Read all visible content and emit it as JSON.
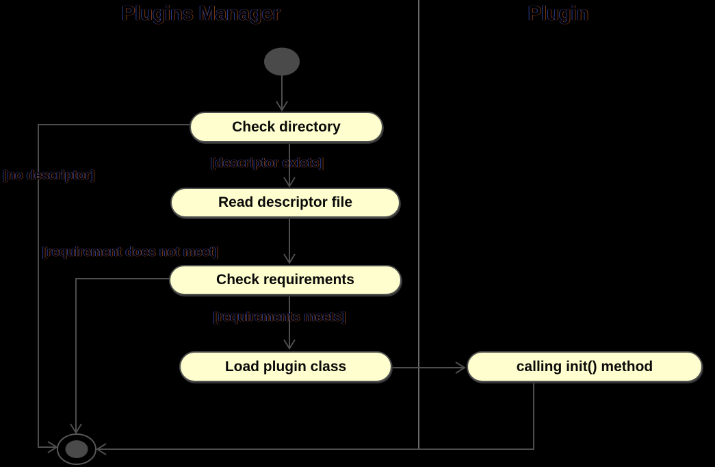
{
  "diagram": {
    "type": "uml-activity-diagram",
    "lanes": [
      {
        "title": "Plugins Manager"
      },
      {
        "title": "Plugin"
      }
    ],
    "activities": [
      {
        "id": "check-directory",
        "label": "Check directory"
      },
      {
        "id": "read-descriptor-file",
        "label": "Read descriptor file"
      },
      {
        "id": "check-requirements",
        "label": "Check requirements"
      },
      {
        "id": "load-plugin-class",
        "label": "Load plugin class"
      },
      {
        "id": "calling-init-method",
        "label": "calling init() method"
      }
    ],
    "guards": [
      {
        "id": "descriptor-exists",
        "label": "[descriptor exists]"
      },
      {
        "id": "no-descriptor",
        "label": "[no descriptor]"
      },
      {
        "id": "requirement-does-not-meet",
        "label": "[requirement does not meet]"
      },
      {
        "id": "requirements-meets",
        "label": "[requirements meets]"
      }
    ],
    "nodes": [
      {
        "id": "initial-node",
        "kind": "start"
      },
      {
        "id": "final-node",
        "kind": "end"
      }
    ],
    "edges": [
      {
        "from": "initial-node",
        "to": "check-directory"
      },
      {
        "from": "check-directory",
        "to": "read-descriptor-file",
        "guard": "[descriptor exists]"
      },
      {
        "from": "check-directory",
        "to": "final-node",
        "guard": "[no descriptor]"
      },
      {
        "from": "read-descriptor-file",
        "to": "check-requirements"
      },
      {
        "from": "check-requirements",
        "to": "load-plugin-class",
        "guard": "[requirements meets]"
      },
      {
        "from": "check-requirements",
        "to": "final-node",
        "guard": "[requirement does not meet]"
      },
      {
        "from": "load-plugin-class",
        "to": "calling-init-method"
      },
      {
        "from": "calling-init-method",
        "to": "final-node"
      }
    ]
  },
  "colors": {
    "bg": "#000000",
    "edge": "#4e4e4e",
    "divider": "#6a6a6a",
    "node_fill": "#4a4a4a",
    "final_ring": "#585858",
    "activity_fill": "#FEFECE",
    "activity_border": "#4f4f4f",
    "activity_text": "#0a0a0a"
  }
}
